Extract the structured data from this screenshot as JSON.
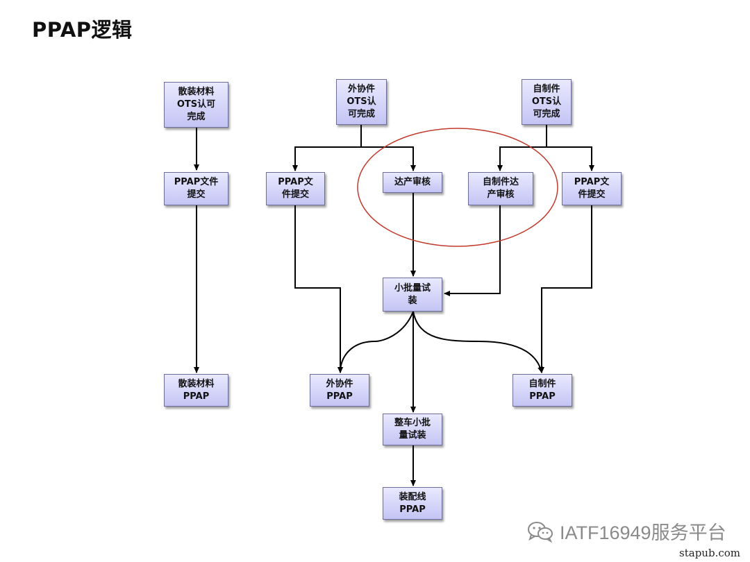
{
  "title": "PPAP逻辑",
  "nodes": {
    "bulk_ots": "散装材料\nOTS认可\n完成",
    "purchased_ots": "外协件\nOTS认\n可完成",
    "inhouse_ots": "自制件\nOTS认\n可完成",
    "bulk_ppap_submit": "PPAP文件\n提交",
    "purchased_ppap_submit": "PPAP文\n件提交",
    "run_at_rate": "达产审核",
    "inhouse_run_at_rate": "自制件达\n产审核",
    "inhouse_ppap_submit": "PPAP文\n件提交",
    "small_batch_build": "小批量试\n装",
    "bulk_ppap": "散装材料\nPPAP",
    "purchased_ppap": "外协件\nPPAP",
    "inhouse_ppap": "自制件\nPPAP",
    "vehicle_small_batch": "整车小批\n量试装",
    "assembly_ppap": "装配线\nPPAP"
  },
  "watermark": "IATF16949服务平台",
  "source": "stapub.com",
  "colors": {
    "node_fill_top": "#e9e9ff",
    "node_fill_bottom": "#c4c4f4",
    "node_border": "#6d6d9c",
    "highlight_ellipse": "#c0392b",
    "arrow": "#000000"
  }
}
